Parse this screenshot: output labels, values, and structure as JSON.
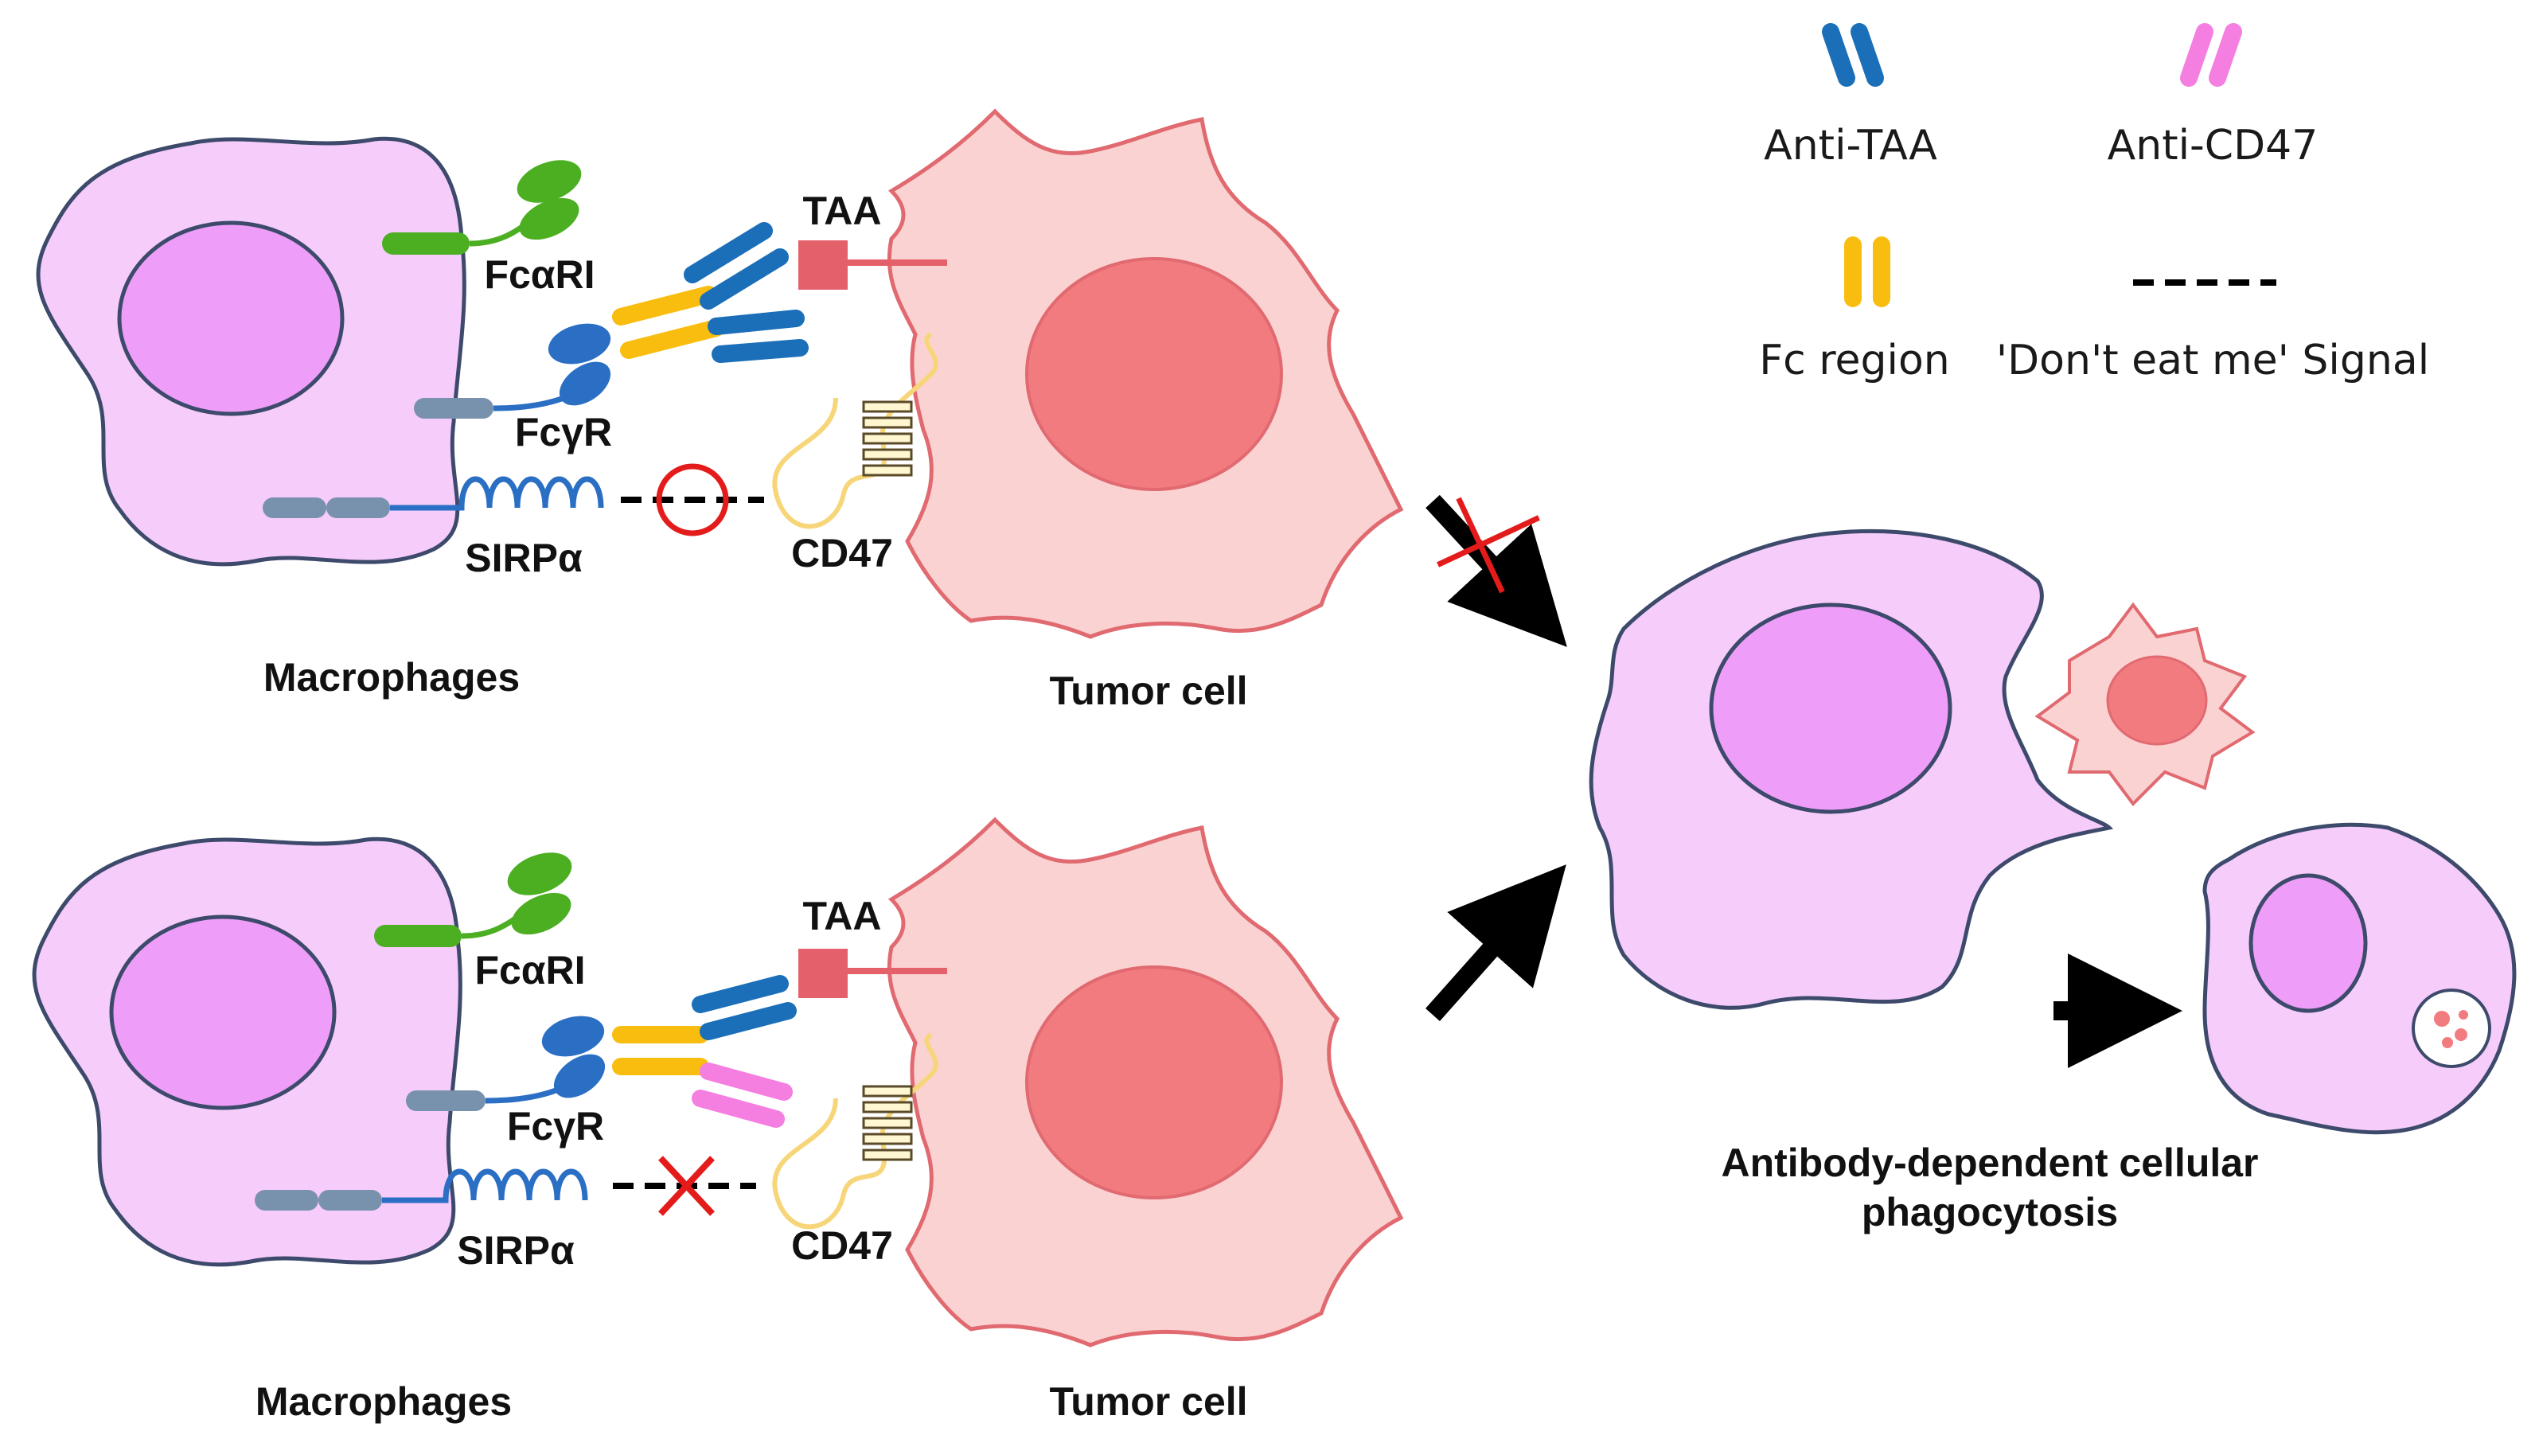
{
  "legend": {
    "anti_taa": "Anti-TAA",
    "anti_cd47": "Anti-CD47",
    "fc_region": "Fc region",
    "dont_eat_me": "'Don't eat me' Signal"
  },
  "top_panel": {
    "fcari": "FcαRI",
    "fcgr": "FcγR",
    "sirpa": "SIRPα",
    "taa": "TAA",
    "cd47": "CD47",
    "macrophages": "Macrophages",
    "tumor_cell": "Tumor cell"
  },
  "bottom_panel": {
    "fcari": "FcαRI",
    "fcgr": "FcγR",
    "sirpa": "SIRPα",
    "taa": "TAA",
    "cd47": "CD47",
    "macrophages": "Macrophages",
    "tumor_cell": "Tumor cell"
  },
  "result": {
    "line1": "Antibody-dependent cellular",
    "line2": "phagocytosis"
  },
  "colors": {
    "macrophage_fill": "#f6ccfb",
    "nucleus_fill": "#ee9ef8",
    "cell_outline": "#3d4a6b",
    "tumor_fill": "#fbd2d2",
    "tumor_outline": "#e06a70",
    "tumor_nucleus": "#f27b80",
    "anti_taa": "#1b6fb8",
    "anti_cd47": "#f57ee1",
    "fc_region": "#f9bd0f",
    "fcari": "#4caf22",
    "fcgr": "#2a6fc4",
    "taa": "#e4606a",
    "cd47": "#f7d67a"
  }
}
